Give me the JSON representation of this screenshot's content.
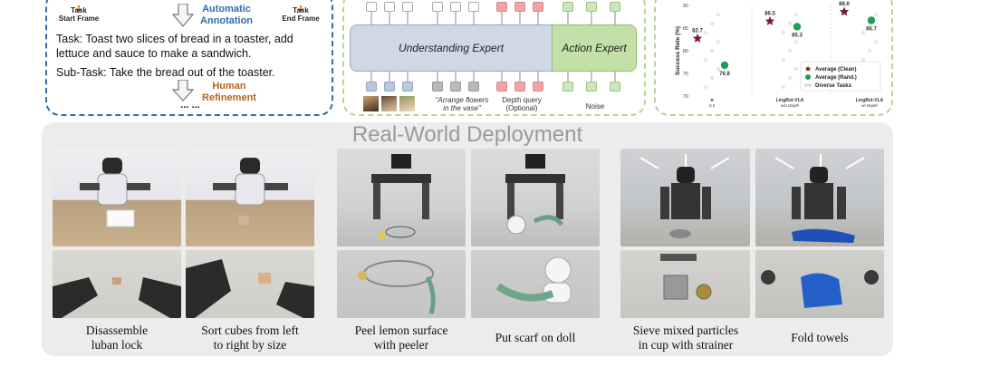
{
  "annotation": {
    "task_start": [
      "Task",
      "Start Frame"
    ],
    "task_end": [
      "Task",
      "End Frame"
    ],
    "automatic_annotation": [
      "Automatic",
      "Annotation"
    ],
    "task_text": [
      "Task: Toast two slices of bread in a toaster, add",
      "lettuce and sauce to make a sandwich."
    ],
    "subtask_text": "Sub-Task: Take the bread out of the toaster.",
    "human_refinement": [
      "Human",
      "Refinement"
    ],
    "ellipsis": "... ..."
  },
  "architecture": {
    "understanding_expert": "Understanding Expert",
    "action_expert": "Action Expert",
    "instruction": [
      "\"Arrange flowers",
      "in the vase\""
    ],
    "depth_query": [
      "Depth query",
      "(Optional)"
    ],
    "noise": "Noise"
  },
  "chart_data": {
    "type": "scatter",
    "ylabel": "Success Rate (%)",
    "ylim": [
      70,
      90
    ],
    "yticks": [
      "90",
      "85",
      "80",
      "75",
      "70"
    ],
    "categories": [
      "π0.5",
      "LingBot-VLA w/o Depth",
      "LingBot-VLA w/ Depth"
    ],
    "category_labels": [
      [
        "π",
        "0.5"
      ],
      [
        "LingBot-VLA",
        "w/o Depth"
      ],
      [
        "LingBot-VLA",
        "w/ Depth"
      ]
    ],
    "series": [
      {
        "name": "Average (Clean)",
        "values": [
          82.7,
          86.5,
          88.6
        ]
      },
      {
        "name": "Average (Rand.)",
        "values": [
          76.8,
          85.3,
          86.7
        ]
      },
      {
        "name": "Diverse Tasks",
        "values": []
      }
    ],
    "legend_position": "bottom-right",
    "colors": {
      "clean": "#7b1c2c",
      "rand": "#1f9e5a",
      "diverse": "#c9d3e0"
    }
  },
  "deployment": {
    "title": "Real-World Deployment",
    "tasks": [
      {
        "caption": [
          "Disassemble",
          "luban lock"
        ]
      },
      {
        "caption": [
          "Sort cubes from left",
          "to right by size"
        ]
      },
      {
        "caption": [
          "Peel lemon surface",
          "with peeler"
        ]
      },
      {
        "caption": [
          "Put scarf on doll"
        ]
      },
      {
        "caption": [
          "Sieve mixed particles",
          "in cup with strainer"
        ]
      },
      {
        "caption": [
          "Fold towels"
        ]
      }
    ]
  }
}
